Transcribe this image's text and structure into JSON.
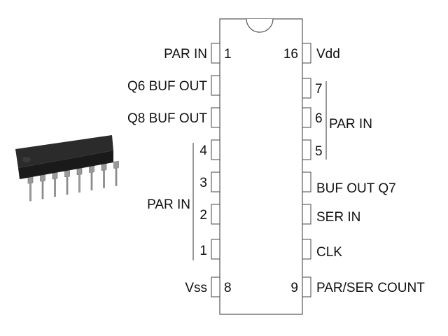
{
  "colors": {
    "outline": "#555555",
    "text": "#111111",
    "chip_body": "#2b2b2b",
    "chip_pin": "#9a9a9a"
  },
  "icons": {
    "chip_photo": "dip16-chip-icon"
  },
  "left_pins": [
    {
      "number": "1",
      "label": "PAR IN"
    },
    {
      "number": "",
      "label": "Q6 BUF OUT"
    },
    {
      "number": "",
      "label": "Q8 BUF OUT"
    },
    {
      "number": "4",
      "label": ""
    },
    {
      "number": "3",
      "label": ""
    },
    {
      "number": "2",
      "label": ""
    },
    {
      "number": "1",
      "label": ""
    },
    {
      "number": "8",
      "label": "Vss"
    }
  ],
  "right_pins": [
    {
      "number": "16",
      "label": "Vdd"
    },
    {
      "number": "7",
      "label": ""
    },
    {
      "number": "6",
      "label": ""
    },
    {
      "number": "5",
      "label": ""
    },
    {
      "number": "",
      "label": "BUF OUT Q7"
    },
    {
      "number": "",
      "label": "SER IN"
    },
    {
      "number": "",
      "label": "CLK"
    },
    {
      "number": "9",
      "label": "PAR/SER COUNT"
    }
  ],
  "groups": {
    "left": {
      "label": "PAR IN"
    },
    "right": {
      "label": "PAR IN"
    }
  }
}
